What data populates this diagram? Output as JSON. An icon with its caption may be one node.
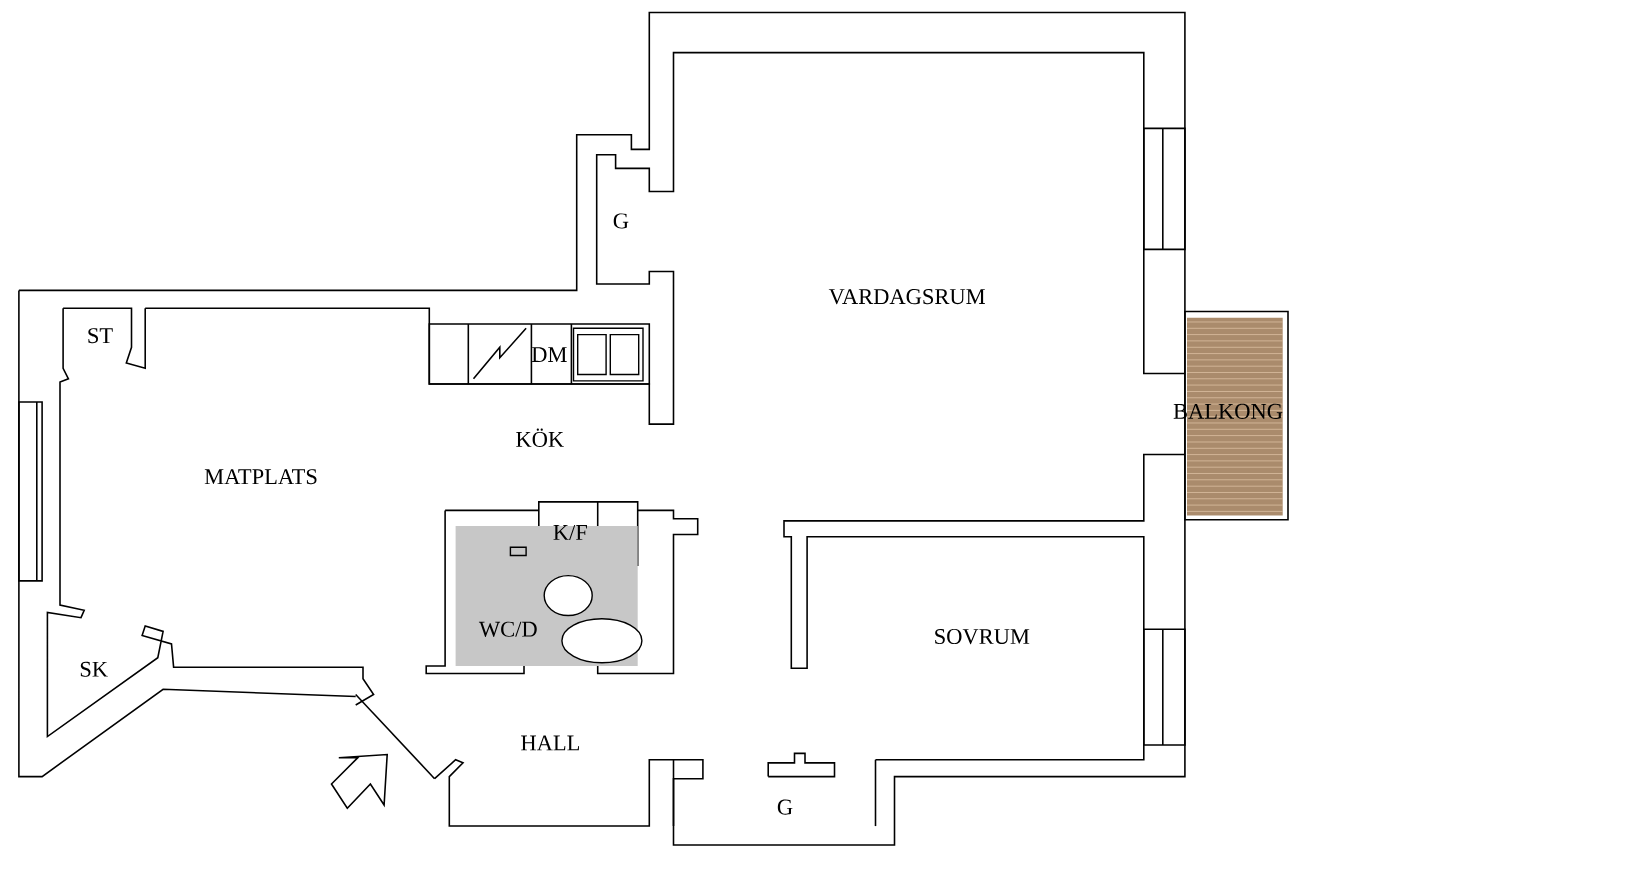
{
  "diagram": {
    "labels": [
      "G",
      "VARDAGSRUM",
      "ST",
      "DM",
      "BALKONG",
      "KÖK",
      "MATPLATS",
      "K/F",
      "WC/D",
      "SK",
      "SOVRUM",
      "HALL",
      "G"
    ]
  }
}
